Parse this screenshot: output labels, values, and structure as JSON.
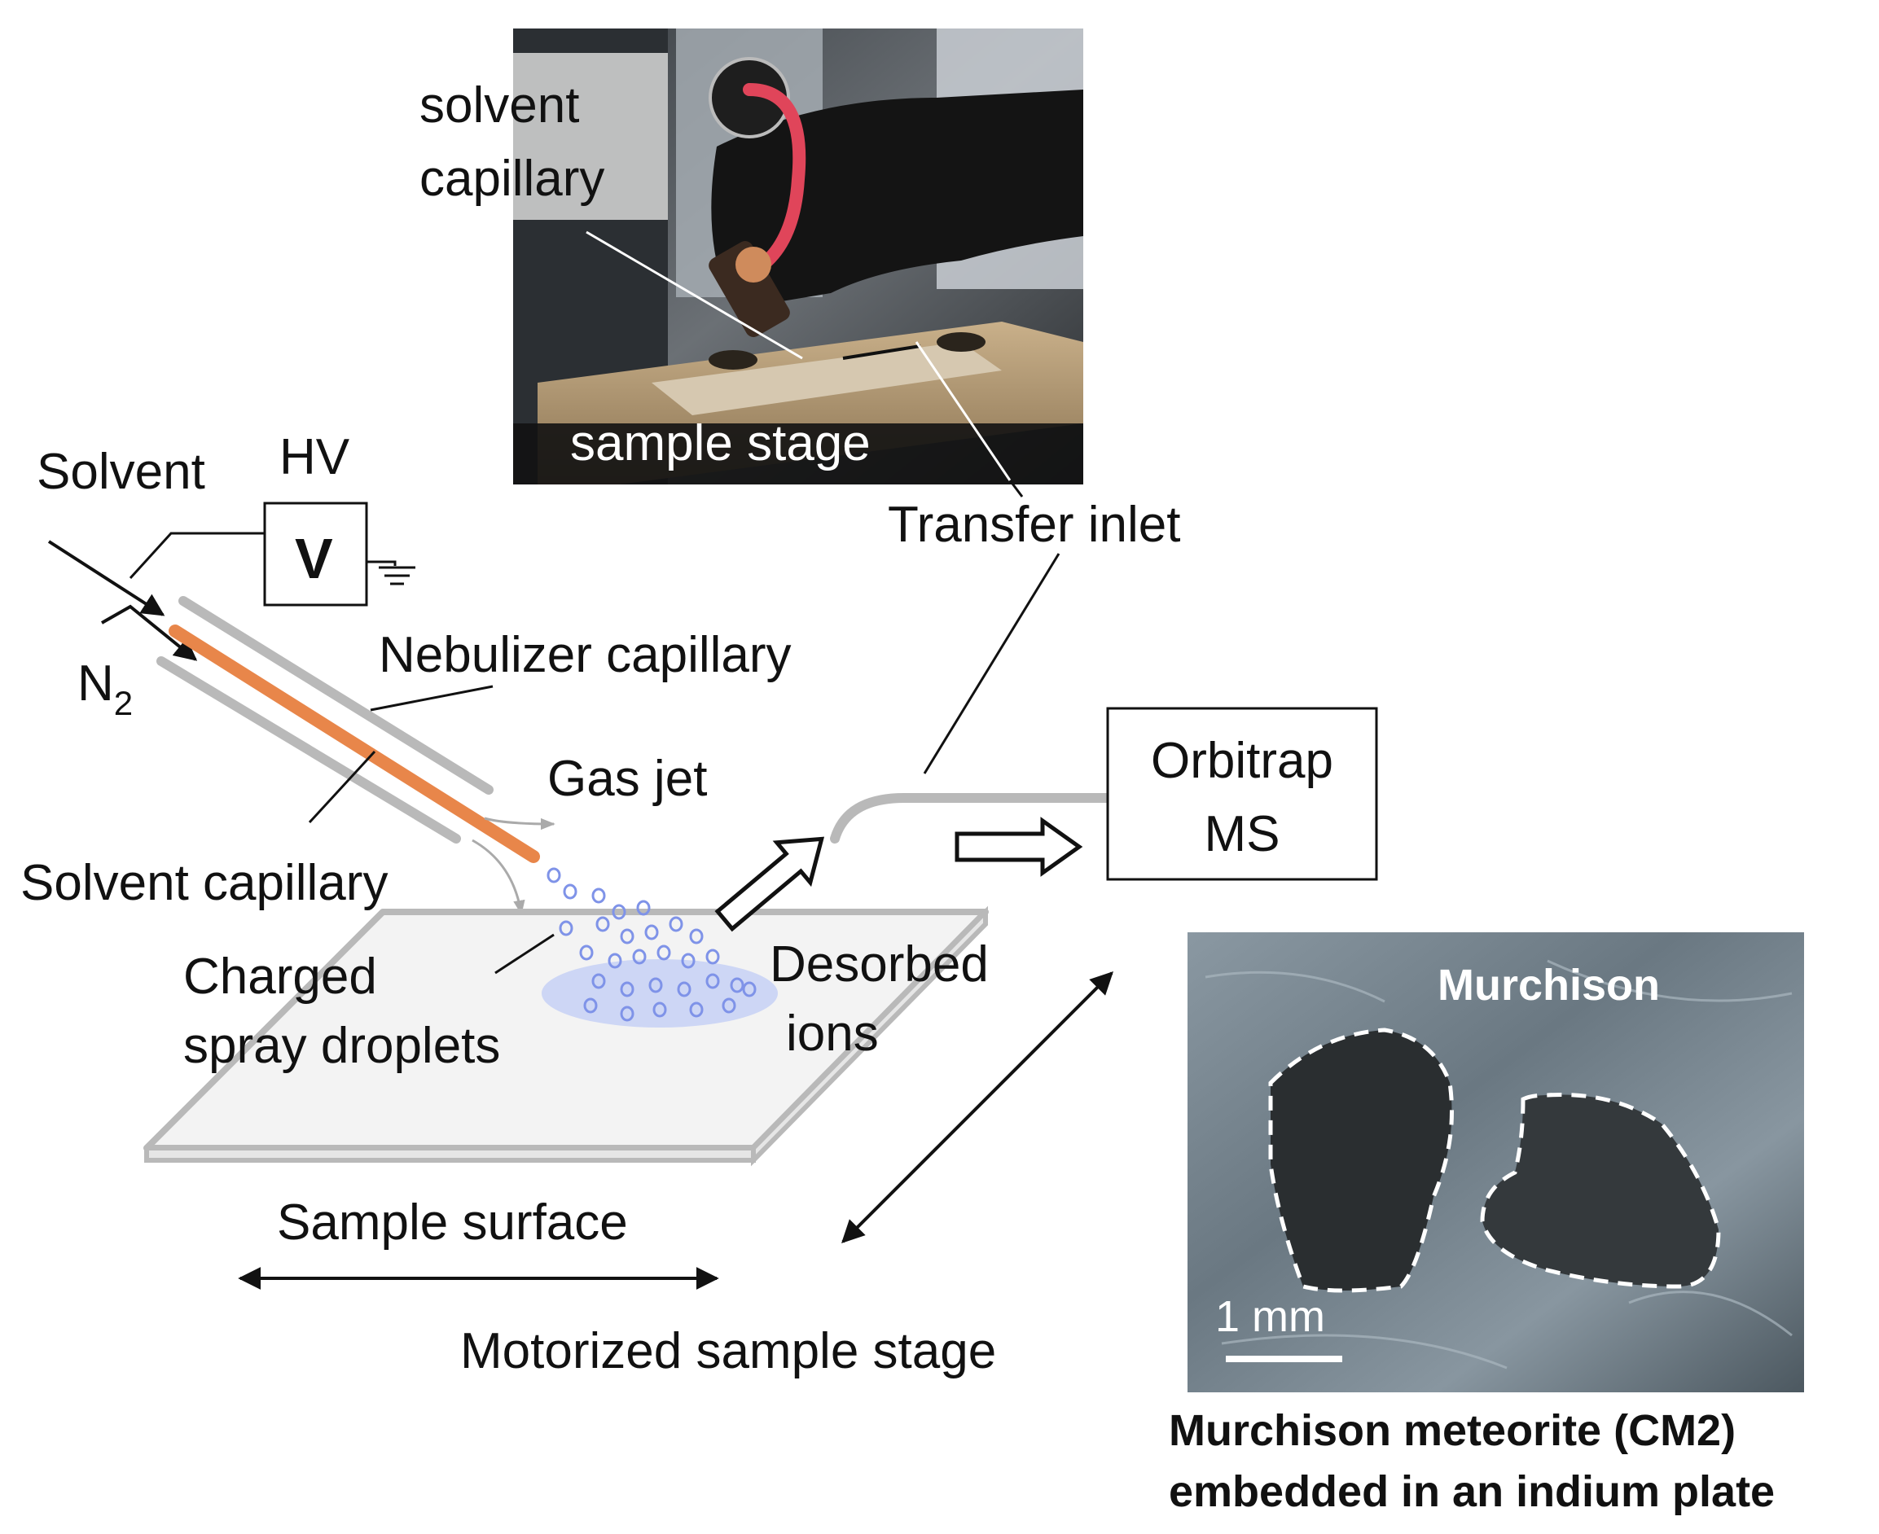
{
  "photo_labels": {
    "solvent_capillary_line1": "solvent",
    "solvent_capillary_line2": "capillary",
    "sample_stage": "sample stage"
  },
  "schematic_labels": {
    "solvent": "Solvent",
    "hv": "HV",
    "voltage_symbol": "V",
    "n2_main": "N",
    "n2_sub": "2",
    "nebulizer_capillary": "Nebulizer capillary",
    "solvent_capillary": "Solvent capillary",
    "gas_jet": "Gas jet",
    "charged_spray_line1": "Charged",
    "charged_spray_line2": "spray droplets",
    "desorbed_line1": "Desorbed",
    "desorbed_line2": "ions",
    "transfer_inlet": "Transfer inlet",
    "orbitrap_line1": "Orbitrap",
    "orbitrap_line2": "MS",
    "sample_surface": "Sample surface",
    "motorized_stage": "Motorized sample stage"
  },
  "meteorite_photo": {
    "sample_name": "Murchison",
    "scale_bar": "1 mm",
    "caption_line1": "Murchison meteorite (CM2)",
    "caption_line2": "embedded in an indium plate"
  },
  "colors": {
    "solvent_capillary": "#e8864a",
    "nebulizer_tube": "#b9b9b9",
    "droplets": "#7f93e8",
    "spot": "#cdd6f5",
    "plate": "#f3f3f3"
  }
}
